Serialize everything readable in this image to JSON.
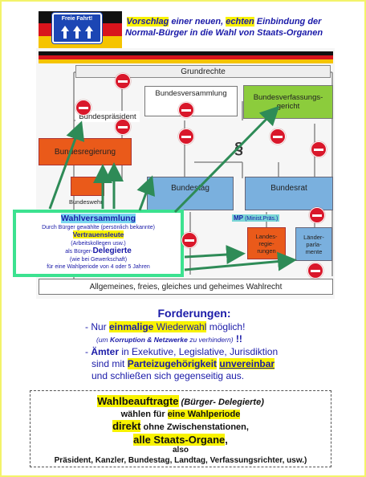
{
  "header": {
    "sign_text": "Freie Fahrt!",
    "title_line1_part1": "Vorschlag",
    "title_line1_part2": " einer neuen, ",
    "title_line1_part3": "echten",
    "title_line1_part4": " Einbindung der",
    "title_line2": "Normal-Bürger in die Wahl von Staats-Organen"
  },
  "diagram": {
    "grundrechte": "Grundrechte",
    "bundesversammlung": "Bundesversammlung",
    "bundesverfassungsgericht": "Bundesverfassungs-\ngericht",
    "bundespraesident": "Bundespräsident",
    "bundesregierung": "Bundesregierung",
    "paragraph": "§",
    "bundeswehr": "Bundeswehr",
    "bundestag": "Bundestag",
    "bundesrat": "Bundesrat",
    "mp_label": "MP",
    "mp_sub": "(Minist.Präs.)",
    "landesregierungen": "Landes-\nregie-\nrungen",
    "laenderparlamente": "Länder-\nparla-\nmente",
    "wahlrecht": "Allgemeines, freies, gleiches und geheimes Wahlrecht",
    "wv_title": "Wahlversammlung",
    "wv_line1": "Durch Bürger gewählte (persönlich bekannte)",
    "wv_line2": "Vertrauensleute",
    "wv_line3": "(Arbeitskollegen usw.)",
    "wv_line4a": "als Bürger-",
    "wv_line4b": "Delegierte",
    "wv_line5": "(wie bei Gewerkschaft)",
    "wv_line6": "für eine Wahlperiode von 4 oder 5 Jahren"
  },
  "forderungen": {
    "title": "Forderungen",
    "colon": ":",
    "l1a": "- Nur ",
    "l1b": "einmalige",
    "l1c": " Wiederwahl",
    "l1d": " möglich!",
    "l2a": "(um ",
    "l2b": "Korruption & Netzwerke",
    "l2c": " zu verhindern)",
    "l2d": " !!",
    "l3a": "- ",
    "l3b": "Ämter",
    "l3c": " in Exekutive, Legislative, Jurisdiktion",
    "l4a": "sind mit ",
    "l4b": "Parteizugehörigkeit",
    "l4c": "unvereinbar",
    "l5": "und  schließen sich gegenseitig aus."
  },
  "wahlbox": {
    "l1a": "Wahlbeauftragte",
    "l1b": " (Bürger- Delegierte)",
    "l2a": "wählen für ",
    "l2b": "eine Wahlperiode",
    "l3a": "direkt",
    "l3b": " ohne Zwischenstationen,",
    "l4": "alle Staats-Organe",
    "l4c": ",",
    "l5": "also",
    "l6": "Präsident, Kanzler, Bundestag, Landtag, Verfassungsrichter, usw.)"
  },
  "colors": {
    "stop": "#d9172a",
    "arrow": "#2e8b57",
    "highlight": "#f8f200",
    "title_blue": "#1a1aa8"
  }
}
